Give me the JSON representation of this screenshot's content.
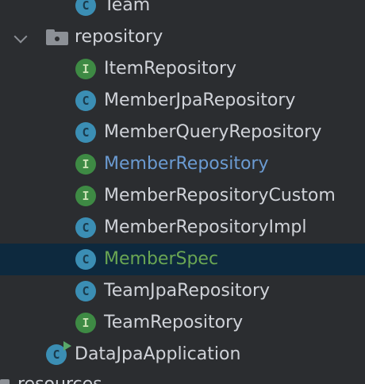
{
  "tree": {
    "top_partial": {
      "label": "Team",
      "icon": "class-icon"
    },
    "folder": {
      "label": "repository",
      "icon": "folder-icon",
      "expanded": true
    },
    "items": [
      {
        "label": "ItemRepository",
        "icon": "interface-icon",
        "glyph": "I"
      },
      {
        "label": "MemberJpaRepository",
        "icon": "class-icon",
        "glyph": "C"
      },
      {
        "label": "MemberQueryRepository",
        "icon": "class-icon",
        "glyph": "C"
      },
      {
        "label": "MemberRepository",
        "icon": "interface-icon",
        "glyph": "I"
      },
      {
        "label": "MemberRepositoryCustom",
        "icon": "interface-icon",
        "glyph": "I"
      },
      {
        "label": "MemberRepositoryImpl",
        "icon": "class-icon",
        "glyph": "C"
      },
      {
        "label": "MemberSpec",
        "icon": "class-icon",
        "glyph": "C"
      },
      {
        "label": "TeamJpaRepository",
        "icon": "class-icon",
        "glyph": "C"
      },
      {
        "label": "TeamRepository",
        "icon": "interface-icon",
        "glyph": "I"
      }
    ],
    "app_class": {
      "label": "DataJpaApplication",
      "icon": "spring-boot-class-icon",
      "glyph": "C"
    },
    "bottom_partial": {
      "label": "resources",
      "icon": "folder-icon"
    }
  },
  "colors": {
    "background": "#2b2d30",
    "selection": "#0d293e",
    "text": "#d0d3d9",
    "link_blue": "#6b9bd2",
    "green": "#6aa653"
  }
}
